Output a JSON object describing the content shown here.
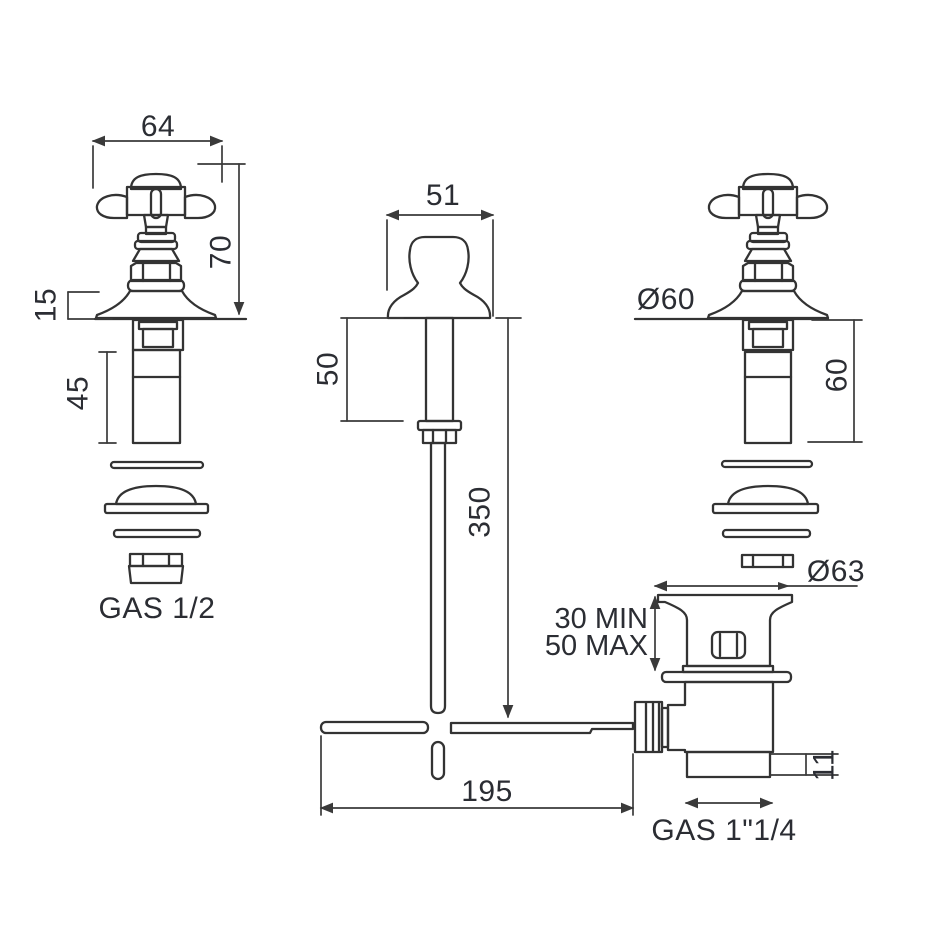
{
  "drawing": {
    "type": "technical-dimension-drawing",
    "subject": "3-hole basin tap set: two cross-handle valves, pop-up rod and waste drain",
    "colors": {
      "line": "#333333",
      "dim_line": "#3a3a3a",
      "text": "#2b2d33",
      "background": "#ffffff"
    }
  },
  "labels": {
    "left_valve": {
      "width": "64",
      "height": "70",
      "flange": "15",
      "body": "45",
      "thread": "GAS 1/2"
    },
    "popup": {
      "knob_width": "51",
      "knob_height": "50",
      "rod": "350",
      "lever": "195"
    },
    "right_valve": {
      "diameter": "Ø60",
      "body": "60"
    },
    "drain": {
      "diameter": "Ø63",
      "clamp_min": "30 MIN",
      "clamp_max": "50 MAX",
      "tail": "11",
      "thread": "GAS 1\"1/4"
    }
  }
}
